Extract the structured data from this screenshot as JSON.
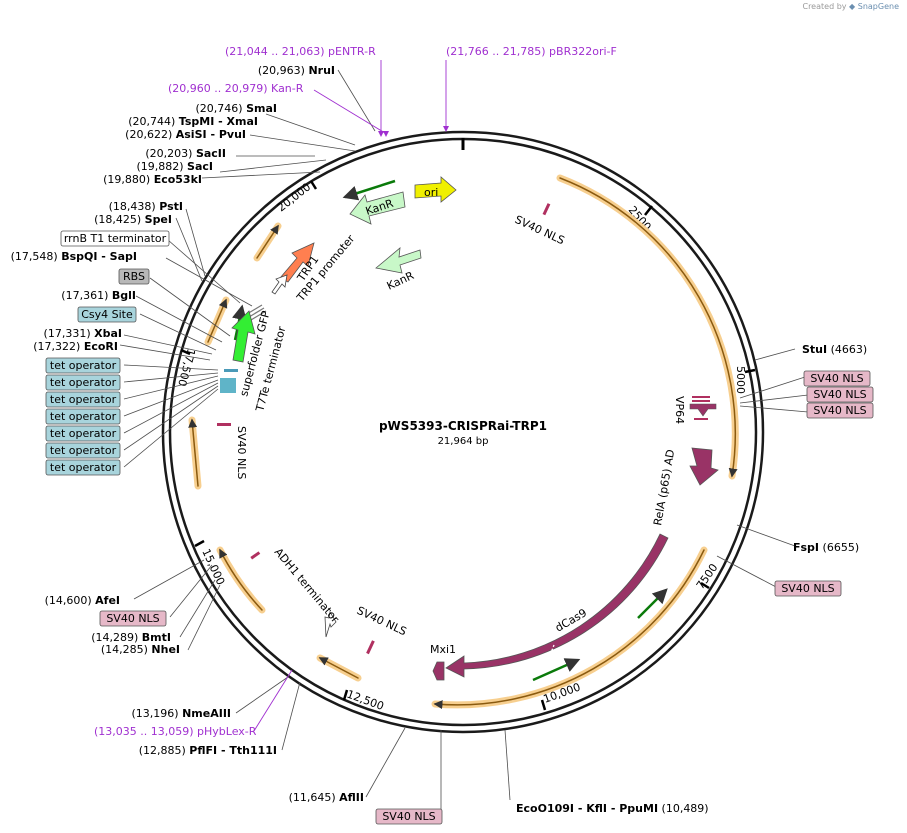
{
  "credit": {
    "prefix": "Created by",
    "brand": "SnapGene"
  },
  "plasmid": {
    "name": "pWS5393-CRISPRai-TRP1",
    "size": "21,964 bp"
  },
  "ticks": {
    "t2500": "2500",
    "t5000": "5000",
    "t7500": "7500",
    "t10000": "10,000",
    "t12500": "12,500",
    "t15000": "15,000",
    "t17500": "17,500",
    "t20000": "20,000"
  },
  "features": {
    "ori": "ori",
    "kanr_outer": "KanR",
    "kanr_inner": "KanR",
    "sv40_top": "SV40 NLS",
    "trp1": "TRP1",
    "trp1_promoter": "TRP1 promoter",
    "sfgfp": "superfolder GFP",
    "t7te": "T7Te terminator",
    "sv40_left": "SV40 NLS",
    "vp64": "VP64",
    "rela": "RelA (p65) AD",
    "dcas9": "dCas9",
    "mxi1": "Mxi1",
    "sv40_bottom": "SV40 NLS",
    "adh1": "ADH1 terminator"
  },
  "primers": [
    {
      "pos": "(21,044 .. 21,063)",
      "name": "pENTR-R"
    },
    {
      "pos": "(20,960 .. 20,979)",
      "name": "Kan-R"
    },
    {
      "pos": "(21,766 .. 21,785)",
      "name": "pBR322ori-F"
    },
    {
      "pos": "(13,035 .. 13,059)",
      "name": "pHybLex-R"
    }
  ],
  "sites_left": [
    {
      "pos": "(20,963)",
      "name": "NruI"
    },
    {
      "pos": "(20,746)",
      "name": "SmaI"
    },
    {
      "pos": "(20,744)",
      "name": "TspMI",
      "name2": "- XmaI"
    },
    {
      "pos": "(20,622)",
      "name": "AsiSI",
      "name2": "- PvuI"
    },
    {
      "pos": "(20,203)",
      "name": "SacII"
    },
    {
      "pos": "(19,882)",
      "name": "SacI"
    },
    {
      "pos": "(19,880)",
      "name": "Eco53kI"
    },
    {
      "pos": "(18,438)",
      "name": "PstI"
    },
    {
      "pos": "(18,425)",
      "name": "SpeI"
    },
    {
      "pos": "(17,548)",
      "name": "BspQI",
      "name2": "- SapI"
    },
    {
      "pos": "(17,361)",
      "name": "BglI"
    },
    {
      "pos": "(17,331)",
      "name": "XbaI"
    },
    {
      "pos": "(17,322)",
      "name": "EcoRI"
    },
    {
      "pos": "(14,600)",
      "name": "AfeI"
    },
    {
      "pos": "(14,289)",
      "name": "BmtI"
    },
    {
      "pos": "(14,285)",
      "name": "NheI"
    },
    {
      "pos": "(13,196)",
      "name": "NmeAIII"
    },
    {
      "pos": "(12,885)",
      "name": "PflFI",
      "name2": "- Tth111I"
    },
    {
      "pos": "(11,645)",
      "name": "AflII"
    }
  ],
  "sites_right": [
    {
      "name": "StuI",
      "pos": "(4663)"
    },
    {
      "name": "FspI",
      "pos": "(6655)"
    },
    {
      "name": "EcoO109I",
      "name2": "- KflI",
      "name3": "- PpuMI",
      "pos": "(10,489)"
    }
  ],
  "boxes": {
    "rrnb": "rrnB T1 terminator",
    "rbs": "RBS",
    "csy4": "Csy4 Site",
    "tet": [
      "tet operator",
      "tet operator",
      "tet operator",
      "tet operator",
      "tet operator",
      "tet operator",
      "tet operator"
    ],
    "nls_right": [
      "SV40 NLS",
      "SV40 NLS",
      "SV40 NLS"
    ],
    "nls_right2": "SV40 NLS",
    "nls_left": "SV40 NLS",
    "nls_bottom": "SV40 NLS"
  },
  "colors": {
    "orange": "#f0a020",
    "kan_green": "#c8f8c8",
    "ori_yellow": "#f0f000",
    "trp1": "#ff7f50",
    "gfp": "#33ee33",
    "cas9": "#993366",
    "nls": "#e6b8c8",
    "tet": "#a8d4dc",
    "primer": "#a030d0"
  }
}
